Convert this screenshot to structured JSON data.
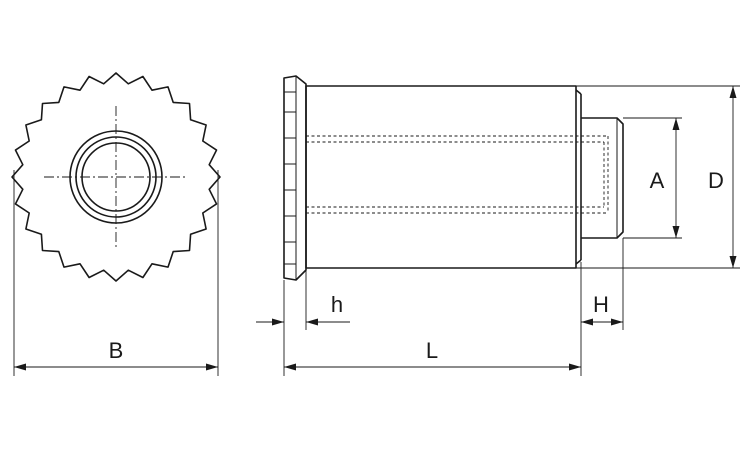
{
  "labels": {
    "B": "B",
    "L": "L",
    "h": "h",
    "H": "H",
    "A": "A",
    "D": "D"
  }
}
